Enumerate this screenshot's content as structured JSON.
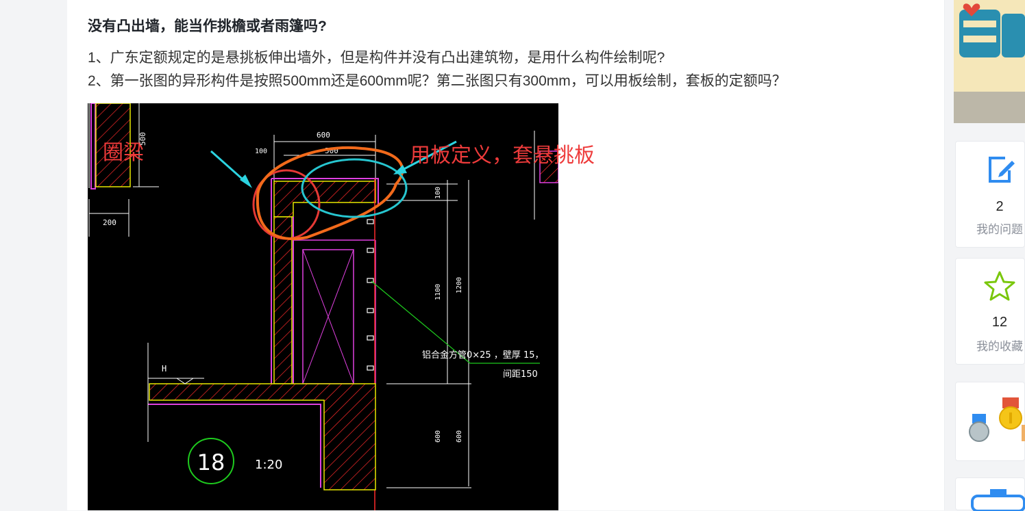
{
  "question": {
    "title": "没有凸出墙，能当作挑檐或者雨篷吗?",
    "lines": [
      "1、广东定额规定的是悬挑板伸出墙外，但是构件并没有凸出建筑物，是用什么构件绘制呢?",
      "2、第一张图的异形构件是按照500mm还是600mm呢？第二张图只有300mm，可以用板绘制，套板的定额吗？"
    ]
  },
  "drawing": {
    "annotations": {
      "ring_beam": "圈梁",
      "use_slab": "用板定义，套悬挑板"
    },
    "dimensions": {
      "d600": "600",
      "d500": "500",
      "d100_top": "100",
      "d500_left": "500",
      "d200": "200",
      "d100_right": "100",
      "d1100": "1100",
      "d1200": "1200",
      "d600_a": "600",
      "d600_b": "600"
    },
    "callout_line1": "铝合金方管0×25 ，壁厚 15，",
    "callout_line2": "间距150",
    "level_mark": "H",
    "detail_number": "18",
    "scale": "1:20"
  },
  "sidebar": {
    "my_questions": {
      "count": "2",
      "label": "我的问题"
    },
    "my_favorites": {
      "count": "12",
      "label": "我的收藏"
    }
  },
  "colors": {
    "title_text": "#1f2329",
    "annotation_red": "#ee3b3b",
    "icon_blue": "#2f8cf0",
    "icon_green": "#7ac70c",
    "medal_gold": "#f5c518"
  }
}
